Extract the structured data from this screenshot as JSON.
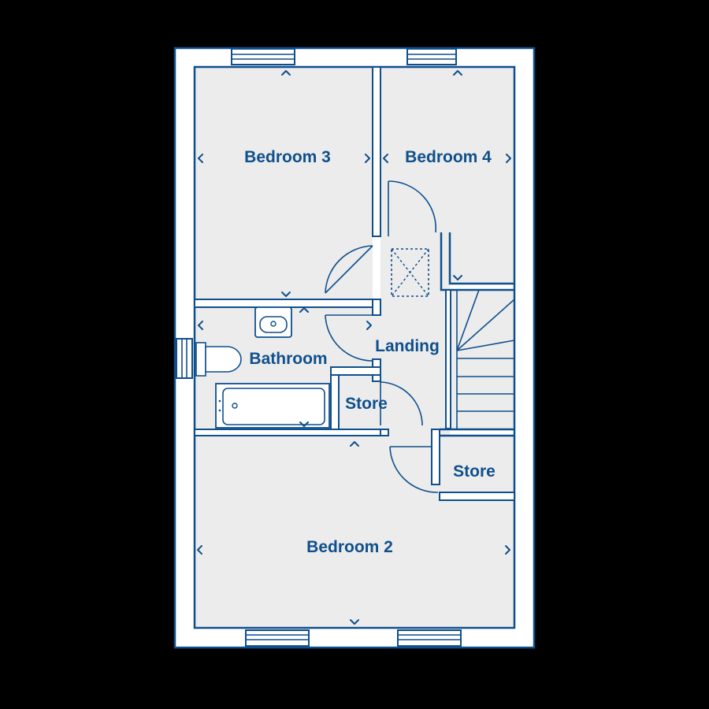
{
  "colors": {
    "background": "#000000",
    "wall_fill": "#ffffff",
    "floor_fill": "#ececec",
    "line": "#0f4f8c",
    "label": "#0f4f8c"
  },
  "rooms": {
    "bedroom3": "Bedroom 3",
    "bedroom4": "Bedroom 4",
    "landing": "Landing",
    "bathroom": "Bathroom",
    "store_left": "Store",
    "store_right": "Store",
    "bedroom2": "Bedroom 2"
  },
  "icons": [
    "window-icon",
    "door-swing-icon",
    "loft-hatch-icon",
    "staircase-icon",
    "basin-icon",
    "toilet-icon",
    "bath-icon",
    "dimension-arrow-icon"
  ]
}
